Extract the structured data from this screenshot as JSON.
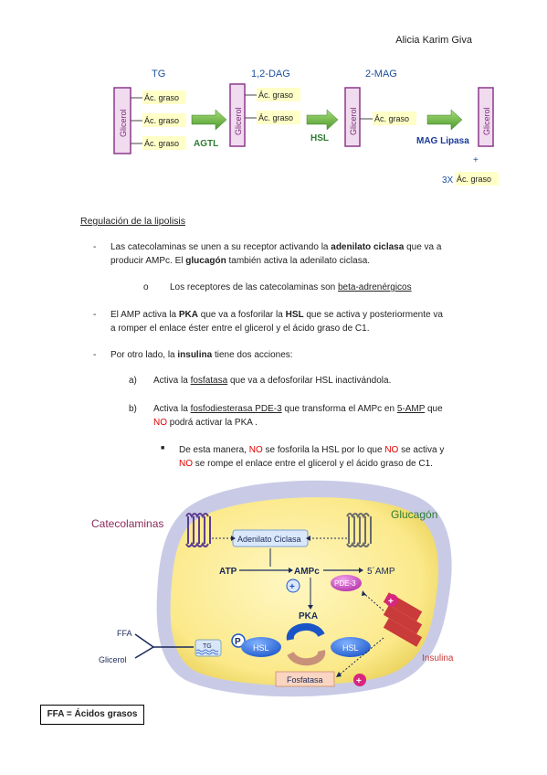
{
  "header": {
    "author": "Alicia Karim Giva"
  },
  "top_diagram": {
    "labels": {
      "tg": "TG",
      "dag": "1,2-DAG",
      "mag": "2-MAG",
      "glicerol": "Glicerol",
      "ac_graso": "Ác. graso",
      "agtl": "AGTL",
      "hsl": "HSL",
      "mag_lipasa": "MAG Lipasa",
      "plus": "+",
      "x3": "3X"
    }
  },
  "section": {
    "title": "Regulación de la lipolisis"
  },
  "bullets": {
    "b1_a": "Las catecolaminas se unen a su receptor activando la ",
    "b1_b": "adenilato ciclasa",
    "b1_c": " que va a",
    "b1_l2a": "producir AMPc.  El ",
    "b1_l2b": "glucagón",
    "b1_l2c": " también activa la adenilato ciclasa.",
    "sub_a": "Los receptores de las catecolaminas son ",
    "sub_b": "beta-adrenérgicos",
    "b2_a": "El AMP activa la ",
    "b2_b": "PKA",
    "b2_c": " que va a fosforilar la ",
    "b2_d": "HSL",
    "b2_e": " que se activa y posteriormente va",
    "b2_l2": "a romper el enlace éster entre el glicerol y el ácido graso de C1.",
    "b3_a": "Por otro lado, la ",
    "b3_b": "insulina",
    "b3_c": " tiene dos acciones:",
    "a_label": "a)",
    "a_1": "Activa la ",
    "a_2": "fosfatasa",
    "a_3": " que va a defosforilar HSL inactivándola.",
    "b_label": "b)",
    "b_1": "Activa la ",
    "b_2": "fosfodiesterasa PDE-3",
    "b_3": "  que transforma el AMPc en ",
    "b_4": "5-AMP",
    "b_5": " que",
    "b_l2a": "NO",
    "b_l2b": " podrá activar la PKA .",
    "c_1": "De esta manera, ",
    "c_2": "NO",
    "c_3": " se fosforila la HSL por lo que ",
    "c_4": "NO",
    "c_5": " se activa y",
    "c_l2a": "NO",
    "c_l2b": " se rompe el enlace entre el glicerol y el ácido graso de C1."
  },
  "cell_diagram": {
    "catecolaminas": "Catecolaminas",
    "glucagon": "Glucagón",
    "adenilato": "Adenilato Ciclasa",
    "atp": "ATP",
    "ampc": "AMPc",
    "five_amp": "5´AMP",
    "pde3": "PDE-3",
    "pka": "PKA",
    "hsl": "HSL",
    "tg": "TG",
    "p": "P",
    "ffa": "FFA",
    "glicerol": "Glicerol",
    "fosfatasa": "Fosfatasa",
    "insulina": "Insulina",
    "plus": "+"
  },
  "legend": {
    "text": "FFA = Ácidos grasos"
  }
}
